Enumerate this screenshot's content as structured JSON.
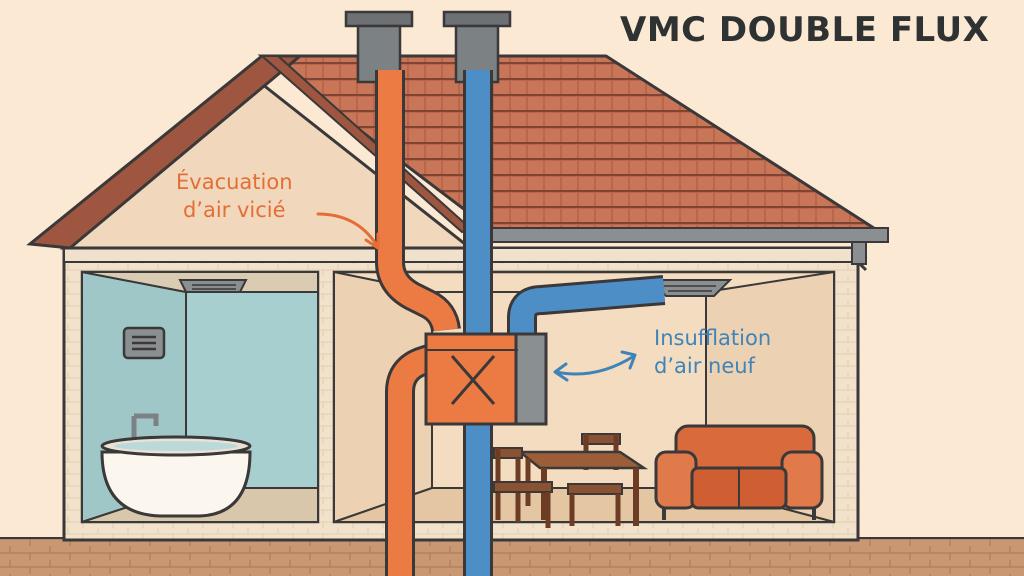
{
  "title": "VMC DOUBLE FLUX",
  "labels": {
    "exhaust": [
      "Évacuation",
      "d’air vicié"
    ],
    "supply": [
      "Insufflation",
      "d’air neuf"
    ]
  },
  "colors": {
    "background": "#fbe9d3",
    "exhaust_duct": "#ec7a43",
    "supply_duct": "#4e8ec6",
    "roof": "#b8664c",
    "bathroom_wall": "#a8cfcf",
    "sofa": "#d96a3c",
    "outline": "#3a3838"
  },
  "icons": [
    "chimney-icon",
    "heat-recovery-unit-icon",
    "bathtub-icon",
    "bathroom-vent-icon",
    "ceiling-vent-icon",
    "dining-table-icon",
    "chair-icon",
    "sofa-icon",
    "double-arrow-icon",
    "curved-arrow-icon"
  ]
}
